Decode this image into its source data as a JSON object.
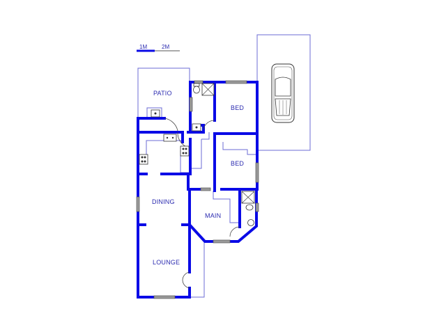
{
  "scale_bar": {
    "label_1": "1M",
    "label_2": "2M"
  },
  "rooms": {
    "patio": "PATIO",
    "bed_1": "BED",
    "bed_2": "BED",
    "dining": "DINING",
    "main": "MAIN",
    "lounge": "LOUNGE"
  },
  "colors": {
    "wall": "#0a0ae6",
    "outline": "#6b6bd6",
    "label": "#2b2bb0",
    "window": "#9a9a9a"
  }
}
